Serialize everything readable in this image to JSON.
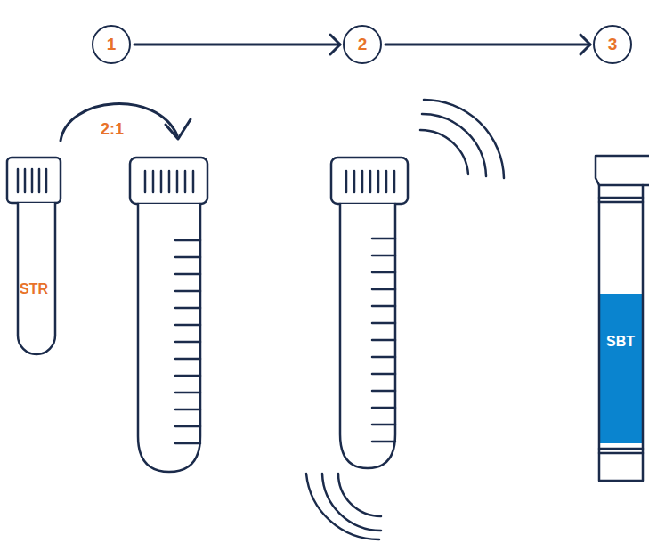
{
  "diagram": {
    "nodes": [
      {
        "text": [
          "1"
        ]
      },
      {
        "text": [
          "2"
        ]
      },
      {
        "text": [
          "3"
        ]
      },
      {
        "text": [
          "STR"
        ]
      },
      {
        "text": [
          "SBT"
        ]
      }
    ],
    "edges": [
      {
        "from": 0,
        "to": 1,
        "arrow": "to"
      },
      {
        "from": 1,
        "to": 2,
        "arrow": "to"
      }
    ],
    "labels": [
      "2:1"
    ]
  }
}
